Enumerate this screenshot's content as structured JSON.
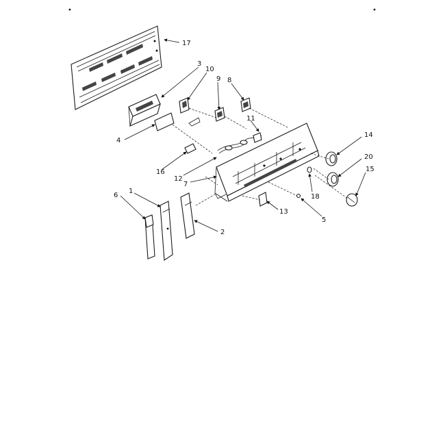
{
  "diagram": {
    "callouts": [
      {
        "id": "17",
        "text": "17"
      },
      {
        "id": "3",
        "text": "3"
      },
      {
        "id": "10",
        "text": "10"
      },
      {
        "id": "9",
        "text": "9"
      },
      {
        "id": "8",
        "text": "8"
      },
      {
        "id": "11",
        "text": "11"
      },
      {
        "id": "4",
        "text": "4"
      },
      {
        "id": "14",
        "text": "14"
      },
      {
        "id": "16",
        "text": "16"
      },
      {
        "id": "12",
        "text": "12"
      },
      {
        "id": "20",
        "text": "20"
      },
      {
        "id": "7",
        "text": "7"
      },
      {
        "id": "15",
        "text": "15"
      },
      {
        "id": "18",
        "text": "18"
      },
      {
        "id": "1",
        "text": "1"
      },
      {
        "id": "6",
        "text": "6"
      },
      {
        "id": "13",
        "text": "13"
      },
      {
        "id": "5",
        "text": "5"
      },
      {
        "id": "2",
        "text": "2"
      }
    ]
  }
}
